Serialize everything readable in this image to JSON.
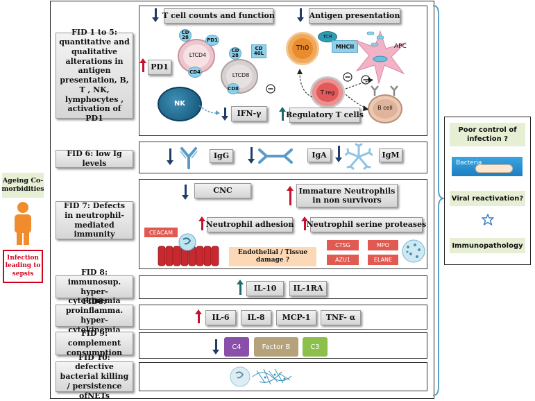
{
  "left": {
    "ageing_label": "Ageing Co-morbidities",
    "infection_label": "Infection leading to sepsis"
  },
  "fid_rows": [
    {
      "label": "FID 1 to 5: quantitative and qualitative alterations in antigen presentation, B, T , NK, lymphocytes , activation of PD1"
    },
    {
      "label": "FID 6: low Ig levels"
    },
    {
      "label": "FID 7: Defects in neutrophil-mediated immunity"
    },
    {
      "label": "FID 8: immunosup. hyper-cytokinemia"
    },
    {
      "label": "FID8: proinflamma. hyper-cytokinemia"
    },
    {
      "label": "FID 9: complement consumption"
    },
    {
      "label": "FID 10: defective bacterial killing / persistence ofNETs"
    }
  ],
  "fid1": {
    "t_cell": "T cell counts and function",
    "antigen": "Antigen presentation",
    "pd1_tag": "PD1",
    "ifn": "IFN-γ",
    "treg_cells": "Regulatory T cells",
    "ltcd4": "LTCD4",
    "ltcd8": "LTCD8",
    "cd28a": "CD 28",
    "pd1_small": "PD1",
    "cd4": "CD4",
    "cd28b": "CD 28",
    "cd40l": "CD 40L",
    "cd8": "CD8",
    "nk": "NK",
    "th0": "Th0",
    "tcr": "TCR",
    "mhcii": "MHCII",
    "apc": "APC",
    "treg": "T reg",
    "bcell": "B cell"
  },
  "fid6": {
    "igg": "IgG",
    "iga": "IgA",
    "igm": "IgM"
  },
  "fid7": {
    "cnc": "CNC",
    "immature": "Immature Neutrophils in non survivors",
    "adhesion": "Neutrophil adhesion",
    "proteases": "Neutrophil serine proteases",
    "ceacam": "CEACAM",
    "endothelial": "Endothelial / Tissue damage ?",
    "ctsg": "CTSG",
    "mpo": "MPO",
    "azu1": "AZU1",
    "elane": "ELANE"
  },
  "fid8a": {
    "il10": "IL-10",
    "il1ra": "IL-1RA"
  },
  "fid8b": {
    "il6": "IL-6",
    "il8": "IL-8",
    "mcp1": "MCP-1",
    "tnf": "TNF- α"
  },
  "fid9": {
    "c4": "C4",
    "factorb": "Factor B",
    "c3": "C3"
  },
  "right": {
    "poor_control": "Poor control of infection ?",
    "bacteria": "Bacteria",
    "viral": "Viral reactivation?",
    "immuno": "Immunopathology"
  },
  "colors": {
    "navy_arrow": "#1f3c6b",
    "red_arrow": "#c8102e",
    "teal_arrow": "#1f6b6e",
    "bracket": "#5aa0c8",
    "c4": "#8a4fa8",
    "factorb": "#b5a27a",
    "c3": "#8cc04a"
  }
}
